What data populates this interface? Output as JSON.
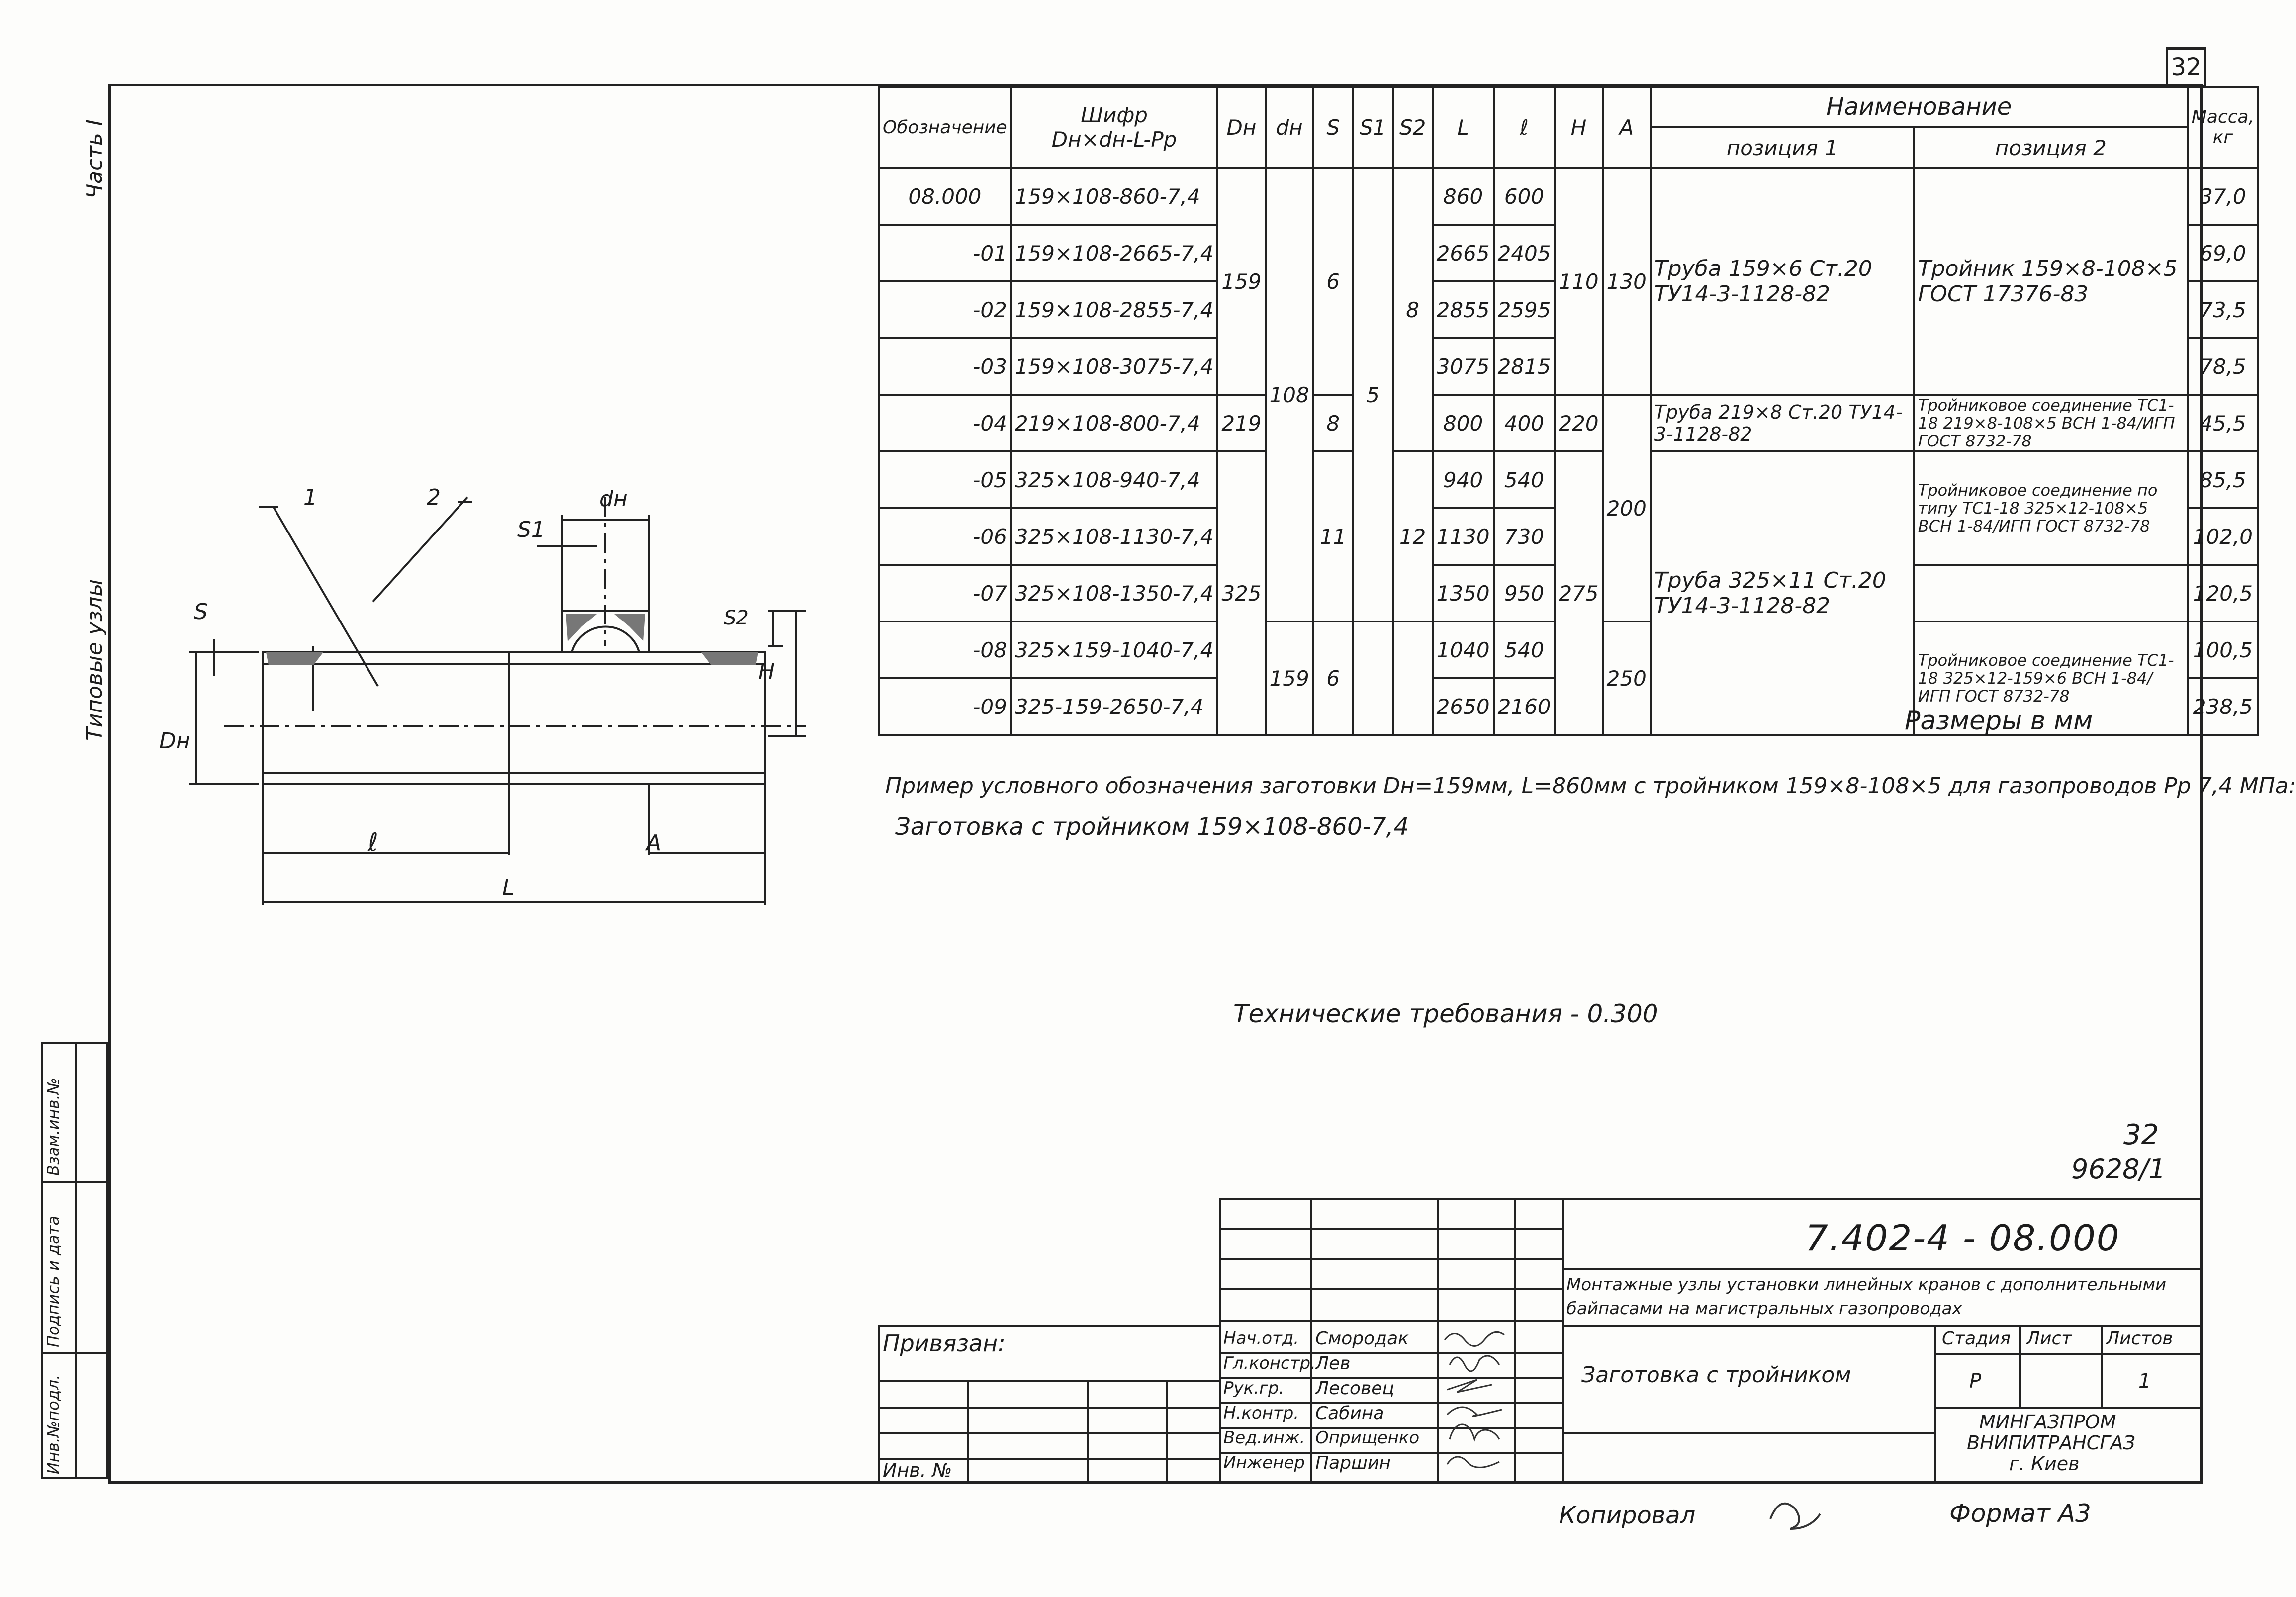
{
  "page_number": "32",
  "side": {
    "part": "Часть I",
    "section": "Типовые узлы",
    "inv_orig": "Инв.№подл.",
    "sign_date": "Подпись и дата",
    "vzam": "Взам.инв.№"
  },
  "drawing": {
    "label_1": "1",
    "label_2": "2",
    "label_dh": "dн",
    "label_s1": "S1",
    "label_s": "S",
    "label_s2": "S2",
    "label_h": "H",
    "label_dn": "Dн",
    "label_l_small": "ℓ",
    "label_a": "A",
    "label_l": "L"
  },
  "spec_table": {
    "headers": {
      "oboznachenie": "Обозначение",
      "shifr": "Шифр",
      "shifr_sub": "Dн×dн-L-Рр",
      "dn": "Dн",
      "dh": "dн",
      "s": "S",
      "s1": "S1",
      "s2": "S2",
      "L": "L",
      "l": "ℓ",
      "h": "H",
      "a": "A",
      "naimenovanie": "Наименование",
      "pos1": "позиция 1",
      "pos2": "позиция 2",
      "massa": "Масса,",
      "massa_unit": "кг"
    },
    "rows": [
      {
        "code": "08.000",
        "shifr": "159×108-860-7,4",
        "L": "860",
        "l": "600",
        "mass": "37,0"
      },
      {
        "code": "-01",
        "shifr": "159×108-2665-7,4",
        "L": "2665",
        "l": "2405",
        "mass": "69,0"
      },
      {
        "code": "-02",
        "shifr": "159×108-2855-7,4",
        "L": "2855",
        "l": "2595",
        "mass": "73,5"
      },
      {
        "code": "-03",
        "shifr": "159×108-3075-7,4",
        "L": "3075",
        "l": "2815",
        "mass": "78,5"
      },
      {
        "code": "-04",
        "shifr": "219×108-800-7,4",
        "L": "800",
        "l": "400",
        "mass": "45,5"
      },
      {
        "code": "-05",
        "shifr": "325×108-940-7,4",
        "L": "940",
        "l": "540",
        "mass": "85,5"
      },
      {
        "code": "-06",
        "shifr": "325×108-1130-7,4",
        "L": "1130",
        "l": "730",
        "mass": "102,0"
      },
      {
        "code": "-07",
        "shifr": "325×108-1350-7,4",
        "L": "1350",
        "l": "950",
        "mass": "120,5"
      },
      {
        "code": "-08",
        "shifr": "325×159-1040-7,4",
        "L": "1040",
        "l": "540",
        "mass": "100,5"
      },
      {
        "code": "-09",
        "shifr": "325-159-2650-7,4",
        "L": "2650",
        "l": "2160",
        "mass": "238,5"
      }
    ],
    "merged": {
      "dn_159": "159",
      "dn_219": "219",
      "dn_325": "325",
      "dh_108": "108",
      "dh_159": "159",
      "s_6": "6",
      "s_8": "8",
      "s_11": "11",
      "s_6b": "6",
      "s1_5": "5",
      "s2_8": "8",
      "s2_12": "12",
      "h_110": "110",
      "h_220": "220",
      "h_275": "275",
      "a_130": "130",
      "a_200": "200",
      "a_250": "250",
      "pos1_a": "Труба 159×6 Ст.20 ТУ14-3-1128-82",
      "pos1_b": "Труба 219×8 Ст.20 ТУ14-3-1128-82",
      "pos1_c": "Труба 325×11 Ст.20 ТУ14-3-1128-82",
      "pos2_a": "Тройник 159×8-108×5 ГОСТ 17376-83",
      "pos2_b": "Тройниковое соединение ТС1-18 219×8-108×5 ВСН 1-84/ИГП ГОСТ 8732-78",
      "pos2_c": "Тройниковое соединение по типу ТС1-18 325×12-108×5 ВСН 1-84/ИГП ГОСТ 8732-78",
      "pos2_d": "Тройниковое соединение ТС1-18 325×12-159×6 ВСН 1-84/ИГП ГОСТ 8732-78"
    }
  },
  "note_units": "Размеры в мм",
  "example_line1": "Пример условного обозначения заготовки Dн=159мм, L=860мм с тройником 159×8-108×5 для газопроводов Рр 7,4 МПа:",
  "example_line2": "Заготовка с тройником 159×108-860-7,4",
  "tech_req": "Технические требования - 0.300",
  "sheet_ref_1": "32",
  "sheet_ref_2": "9628/1",
  "title_block": {
    "code": "7.402-4 - 08.000",
    "project": "Монтажные узлы установки линейных кранов с дополнительными байпасами на магистральных газопроводах",
    "doc_name": "Заготовка с тройником",
    "privyazan": "Привязан:",
    "inv_no": "Инв. №",
    "stadiya": "Стадия",
    "list": "Лист",
    "listov": "Листов",
    "stadiya_val": "Р",
    "listov_val": "1",
    "org1": "МИНГАЗПРОМ",
    "org2": "ВНИПИТРАНСГАЗ",
    "org3": "г. Киев",
    "roles": [
      "Нач.отд.",
      "Гл.констр.",
      "Рук.гр.",
      "Н.контр.",
      "Вед.инж.",
      "Инженер"
    ],
    "names": [
      "Смородак",
      "Лев",
      "Лесовец",
      "Сабина",
      "Оприщенко",
      "Паршин"
    ]
  },
  "copied": "Копировал",
  "format": "Формат А3"
}
